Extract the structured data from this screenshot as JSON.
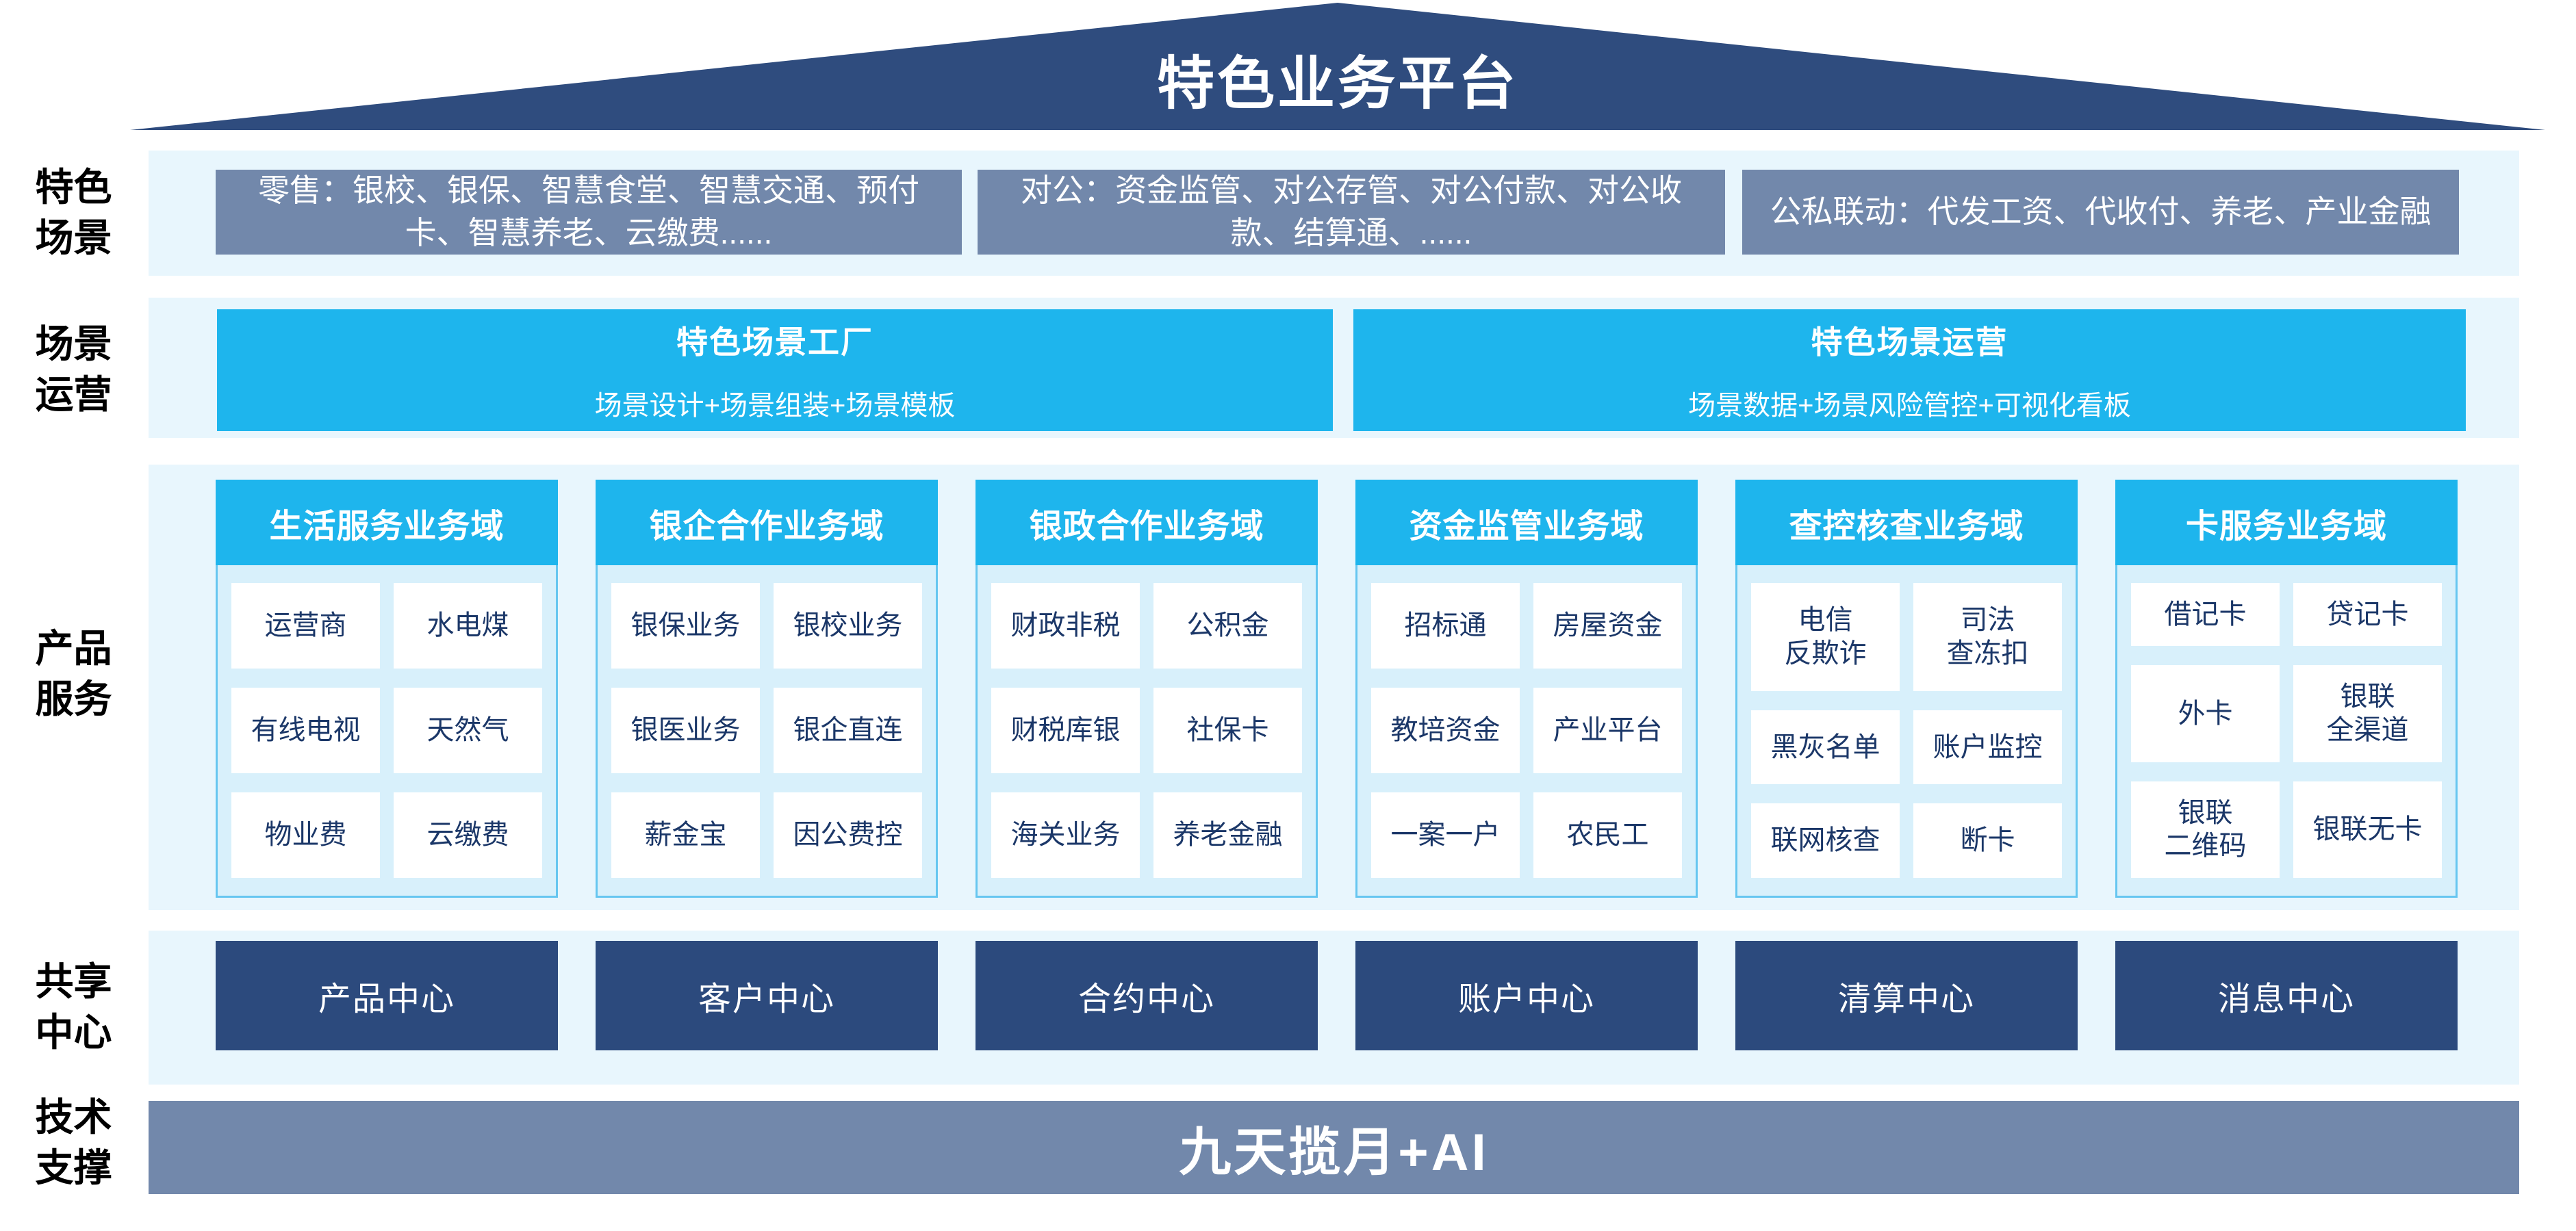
{
  "title": "特色业务平台",
  "colors": {
    "roof_navy": "#2F4C7E",
    "slate_blue": "#7288AB",
    "cyan": "#1EB5ED",
    "band_bg": "#E8F6FD",
    "column_body_bg": "#D8F0FB",
    "column_border": "#66C6F0",
    "cell_text_navy": "#1B3768",
    "center_box_navy": "#2C4A7D"
  },
  "rows": {
    "scenes": {
      "label": "特色\n场景",
      "boxes": [
        "零售：银校、银保、智慧食堂、智慧交通、预付卡、智慧养老、云缴费......",
        "对公：资金监管、对公存管、对公付款、对公收款、结算通、......",
        "公私联动：代发工资、代收付、养老、产业金融"
      ]
    },
    "operation": {
      "label": "场景\n运营",
      "boxes": [
        {
          "title": "特色场景工厂",
          "subtitle": "场景设计+场景组装+场景模板"
        },
        {
          "title": "特色场景运营",
          "subtitle": "场景数据+场景风险管控+可视化看板"
        }
      ]
    },
    "products": {
      "label": "产品\n服务",
      "columns": [
        {
          "header": "生活服务业务域",
          "items": [
            "运营商",
            "水电煤",
            "有线电视",
            "天然气",
            "物业费",
            "云缴费"
          ]
        },
        {
          "header": "银企合作业务域",
          "items": [
            "银保业务",
            "银校业务",
            "银医业务",
            "银企直连",
            "薪金宝",
            "因公费控"
          ]
        },
        {
          "header": "银政合作业务域",
          "items": [
            "财政非税",
            "公积金",
            "财税库银",
            "社保卡",
            "海关业务",
            "养老金融"
          ]
        },
        {
          "header": "资金监管业务域",
          "items": [
            "招标通",
            "房屋资金",
            "教培资金",
            "产业平台",
            "一案一户",
            "农民工"
          ]
        },
        {
          "header": "查控核查业务域",
          "items": [
            "电信\n反欺诈",
            "司法\n查冻扣",
            "黑灰名单",
            "账户监控",
            "联网核查",
            "断卡"
          ]
        },
        {
          "header": "卡服务业务域",
          "items": [
            "借记卡",
            "贷记卡",
            "外卡",
            "银联\n全渠道",
            "银联\n二维码",
            "银联无卡"
          ]
        }
      ]
    },
    "shared": {
      "label": "共享\n中心",
      "centers": [
        "产品中心",
        "客户中心",
        "合约中心",
        "账户中心",
        "清算中心",
        "消息中心"
      ]
    },
    "tech": {
      "label": "技术\n支撑",
      "bar": "九天揽月+AI"
    }
  }
}
